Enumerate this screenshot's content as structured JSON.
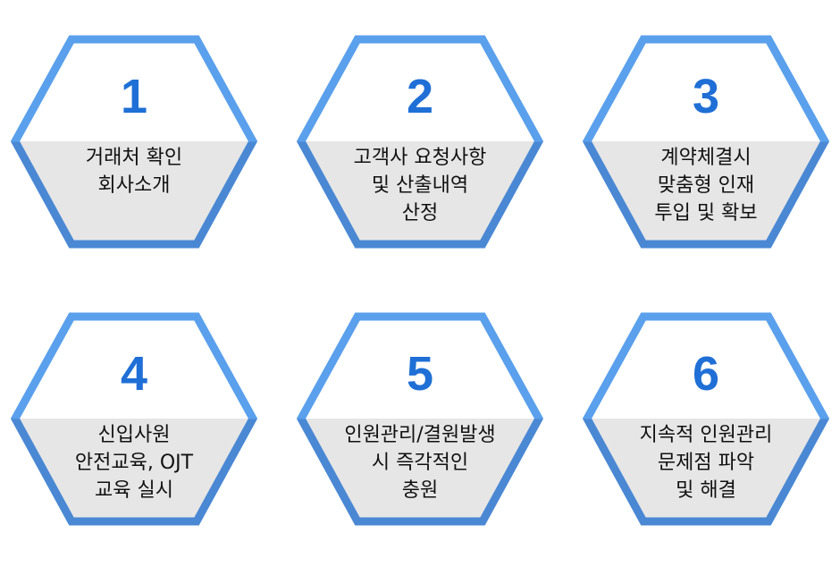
{
  "colors": {
    "border_top": "#5aa0ec",
    "border_bottom": "#4a88d4",
    "fill_bottom": "#e6e6e6",
    "number": "#1f6fd6"
  },
  "steps": [
    {
      "number": "1",
      "lines": [
        "거래처 확인",
        "회사소개"
      ]
    },
    {
      "number": "2",
      "lines": [
        "고객사 요청사항",
        "및 산출내역",
        "산정"
      ]
    },
    {
      "number": "3",
      "lines": [
        "계약체결시",
        "맞춤형 인재",
        "투입 및 확보"
      ]
    },
    {
      "number": "4",
      "lines": [
        "신입사원",
        "안전교육, OJT",
        "교육 실시"
      ]
    },
    {
      "number": "5",
      "lines": [
        "인원관리/결원발생",
        "시 즉각적인",
        "충원"
      ]
    },
    {
      "number": "6",
      "lines": [
        "지속적 인원관리",
        "문제점 파악",
        "및 해결"
      ]
    }
  ]
}
